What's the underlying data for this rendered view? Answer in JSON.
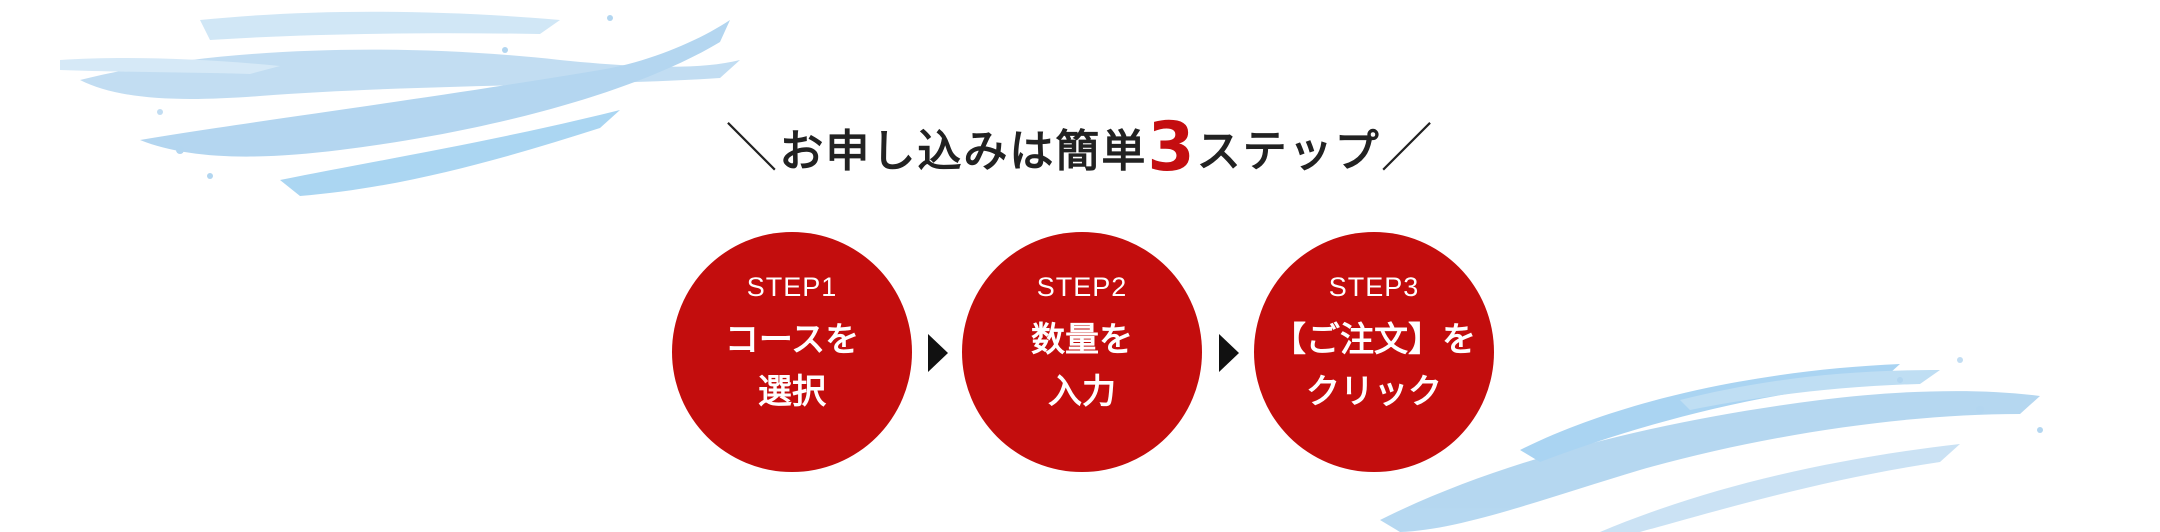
{
  "colors": {
    "accent_red": "#c30d0d",
    "heading_text": "#222222",
    "brush_blue": "#9fcbe9",
    "arrow": "#111111"
  },
  "heading": {
    "left_slash": "＼",
    "text_before": "お申し込みは簡単",
    "number": "3",
    "text_after": "ステップ",
    "right_slash": "／"
  },
  "steps": [
    {
      "label": "STEP1",
      "line1": "コースを",
      "line2": "選択"
    },
    {
      "label": "STEP2",
      "line1": "数量を",
      "line2": "入力"
    },
    {
      "label": "STEP3",
      "line1": "【ご注文】を",
      "line2": "クリック"
    }
  ],
  "icons": {
    "separator": "arrow-right-icon",
    "decoration": "brush-stroke"
  }
}
